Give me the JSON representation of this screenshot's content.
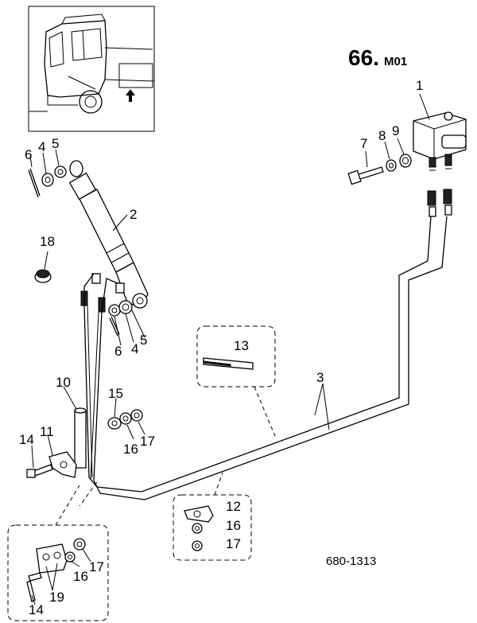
{
  "header": {
    "main_number": "66.",
    "suffix": "M01"
  },
  "drawing_number": "680-1313",
  "callouts": {
    "c1": "1",
    "c2": "2",
    "c3": "3",
    "c4a": "4",
    "c4b": "4",
    "c5a": "5",
    "c5b": "5",
    "c6a": "6",
    "c6b": "6",
    "c7": "7",
    "c8": "8",
    "c9": "9",
    "c10": "10",
    "c11": "11",
    "c12": "12",
    "c13": "13",
    "c14a": "14",
    "c14b": "14",
    "c15": "15",
    "c16a": "16",
    "c16b": "16",
    "c16c": "16",
    "c17a": "17",
    "c17b": "17",
    "c17c": "17",
    "c18": "18",
    "c19": "19"
  }
}
